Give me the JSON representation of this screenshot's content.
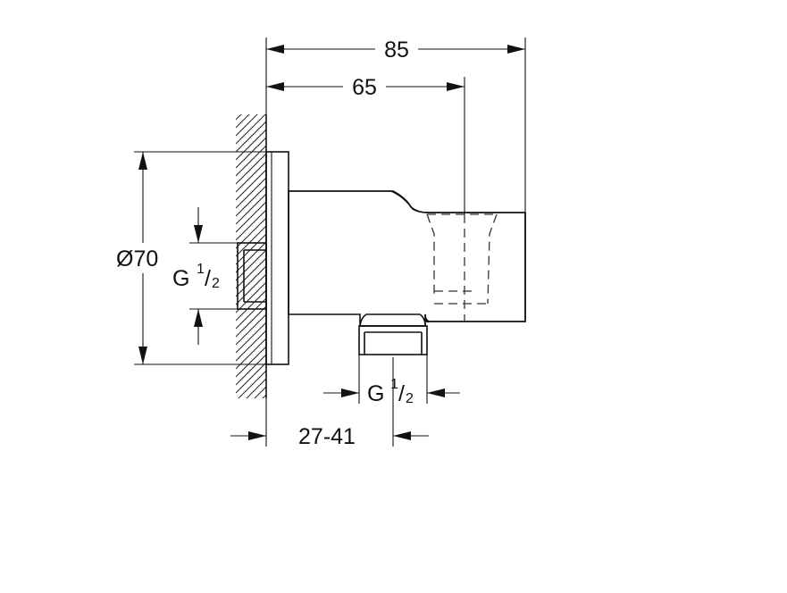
{
  "dimensions": {
    "total_length": "85",
    "body_length": "65",
    "diameter_symbol": "Ø",
    "diameter_value": "70",
    "wall_range": "27-41"
  },
  "threads": {
    "inlet": {
      "letter": "G",
      "num": "1",
      "slash": "/",
      "den": "2"
    },
    "outlet": {
      "letter": "G",
      "num": "1",
      "slash": "/",
      "den": "2"
    }
  }
}
